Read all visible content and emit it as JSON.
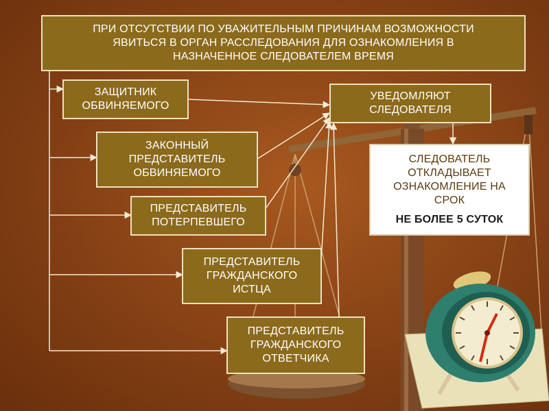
{
  "header_box": {
    "lines": [
      "ПРИ ОТСУТСТВИИ ПО УВАЖИТЕЛЬНЫМ ПРИЧИНАМ ВОЗМОЖНОСТИ",
      "ЯВИТЬСЯ В ОРГАН РАССЛЕДОВАНИЯ ДЛЯ ОЗНАКОМЛЕНИЯ В",
      "НАЗНАЧЕННОЕ СЛЕДОВАТЕЛЕМ ВРЕМЯ"
    ]
  },
  "participants": [
    {
      "lines": [
        "ЗАЩИТНИК",
        "ОБВИНЯЕМОГО"
      ]
    },
    {
      "lines": [
        "ЗАКОННЫЙ",
        "ПРЕДСТАВИТЕЛЬ",
        "ОБВИНЯЕМОГО"
      ]
    },
    {
      "lines": [
        "ПРЕДСТАВИТЕЛЬ",
        "ПОТЕРПЕВШЕГО"
      ]
    },
    {
      "lines": [
        "ПРЕДСТАВИТЕЛЬ",
        "ГРАЖДАНСКОГО",
        "ИСТЦА"
      ]
    },
    {
      "lines": [
        "ПРЕДСТАВИТЕЛЬ",
        "ГРАЖДАНСКОГО",
        "ОТВЕТЧИКА"
      ]
    }
  ],
  "notify_box": {
    "lines": [
      "УВЕДОМЛЯЮТ",
      "СЛЕДОВАТЕЛЯ"
    ]
  },
  "result_box": {
    "lines": [
      "СЛЕДОВАТЕЛЬ",
      "ОТКЛАДЫВАЕТ",
      "ОЗНАКОМЛЕНИЕ НА",
      "СРОК"
    ],
    "emphasis": "НЕ БОЛЕЕ 5 СУТОК"
  },
  "colors": {
    "background": "#8a4416",
    "box_fill": "#8b6a1c",
    "box_border": "#efe2c0",
    "connector": "#f3ead4",
    "clock_body": "#2f7f6f",
    "clock_hand": "#d42a10"
  },
  "icons": [
    "scales-illustration",
    "alarm-clock-icon"
  ]
}
